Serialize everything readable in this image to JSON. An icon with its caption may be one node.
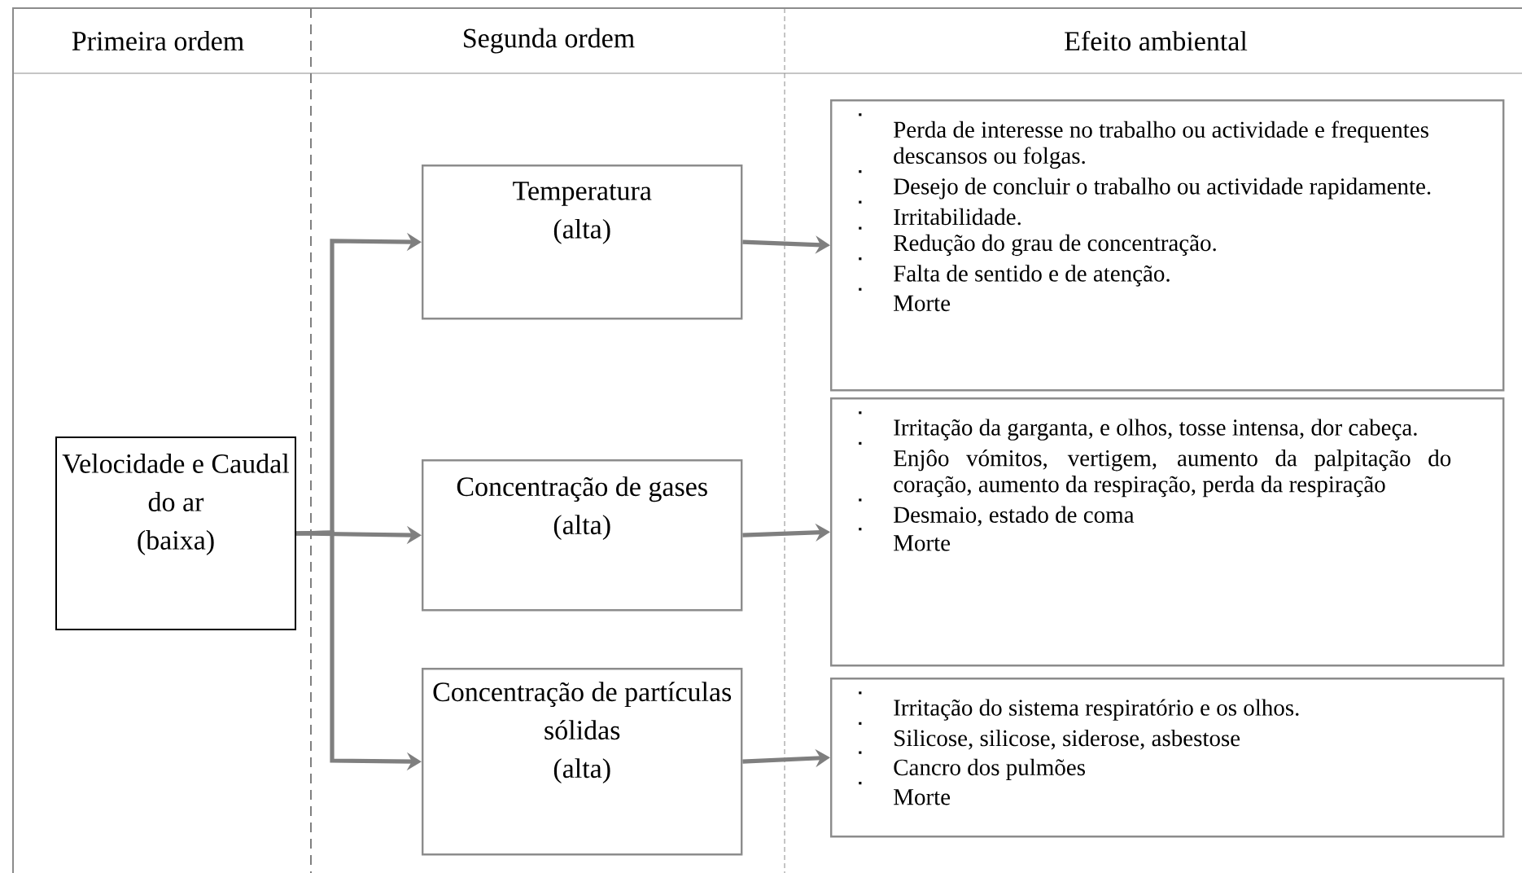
{
  "diagram": {
    "nodes": [
      {
        "text": [
          "Velocidade e Caudal do ar",
          "(baixa)"
        ]
      },
      {
        "text": [
          "Temperatura",
          "(alta)"
        ]
      },
      {
        "text": [
          "Concentração de gases",
          "(alta)"
        ]
      },
      {
        "text": [
          "Concentração de partículas sólidas",
          "(alta)"
        ]
      },
      {
        "text": [
          "Perda de interesse no trabalho ou actividade e frequentes descansos ou folgas.",
          "Desejo de concluir o trabalho ou actividade rapidamente.",
          "Irritabilidade.",
          "Redução do grau de concentração.",
          "Falta de sentido e de atenção.",
          "Morte"
        ]
      },
      {
        "text": [
          "Irritação da garganta, e olhos, tosse intensa, dor cabeça.",
          "Enjôo vómitos, vertigem, aumento da palpitação do coração, aumento da respiração, perda da respiração",
          "Desmaio, estado de coma",
          "Morte"
        ]
      },
      {
        "text": [
          "Irritação do sistema respiratório e os olhos.",
          "Silicose, silicose, siderose, asbestose",
          "Cancro dos pulmões",
          "Morte"
        ]
      }
    ],
    "edges": [
      {
        "from": 0,
        "to": 1,
        "arrow": "to"
      },
      {
        "from": 0,
        "to": 2,
        "arrow": "to"
      },
      {
        "from": 0,
        "to": 3,
        "arrow": "to"
      },
      {
        "from": 1,
        "to": 4,
        "arrow": "to"
      },
      {
        "from": 2,
        "to": 5,
        "arrow": "to"
      },
      {
        "from": 3,
        "to": 6,
        "arrow": "to"
      }
    ],
    "labels": [
      "Primeira ordem",
      "Segunda ordem",
      "Efeito ambiental"
    ]
  }
}
